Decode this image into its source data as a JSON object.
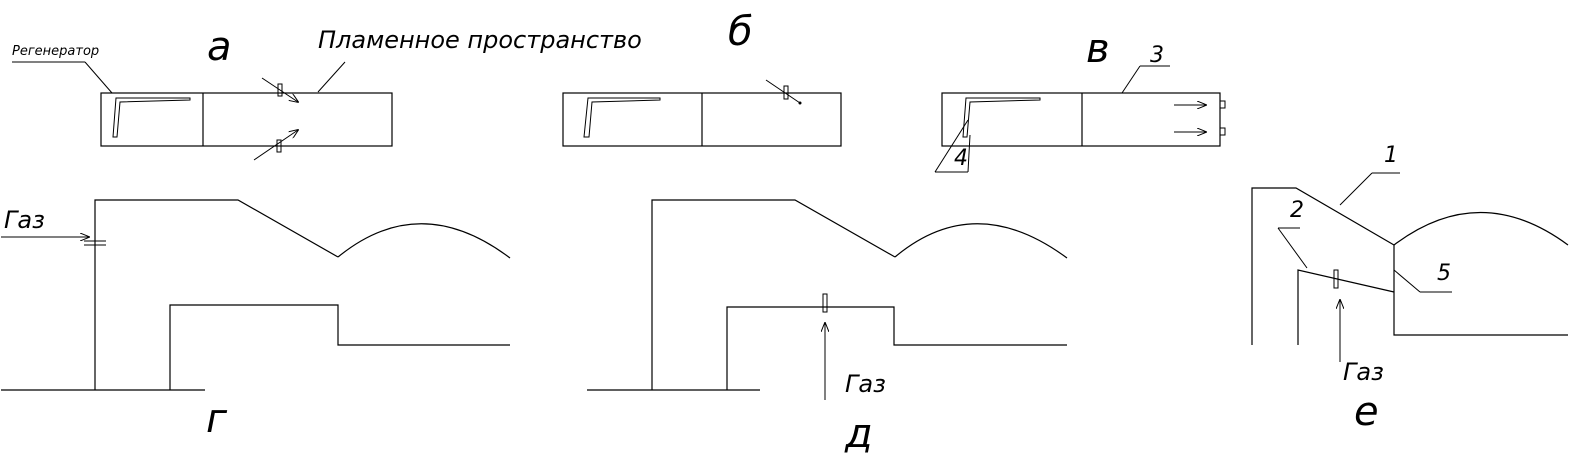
{
  "labels": {
    "regenerator": "Регенератор",
    "flame_space": "Пламенное пространство",
    "fig_a": "а",
    "fig_b": "б",
    "fig_v": "в",
    "fig_g": "г",
    "fig_d": "д",
    "fig_e": "е",
    "gas_g": "Газ",
    "gas_d": "Газ",
    "gas_e": "Газ",
    "n1": "1",
    "n2": "2",
    "n3": "3",
    "n4": "4",
    "n5": "5"
  }
}
